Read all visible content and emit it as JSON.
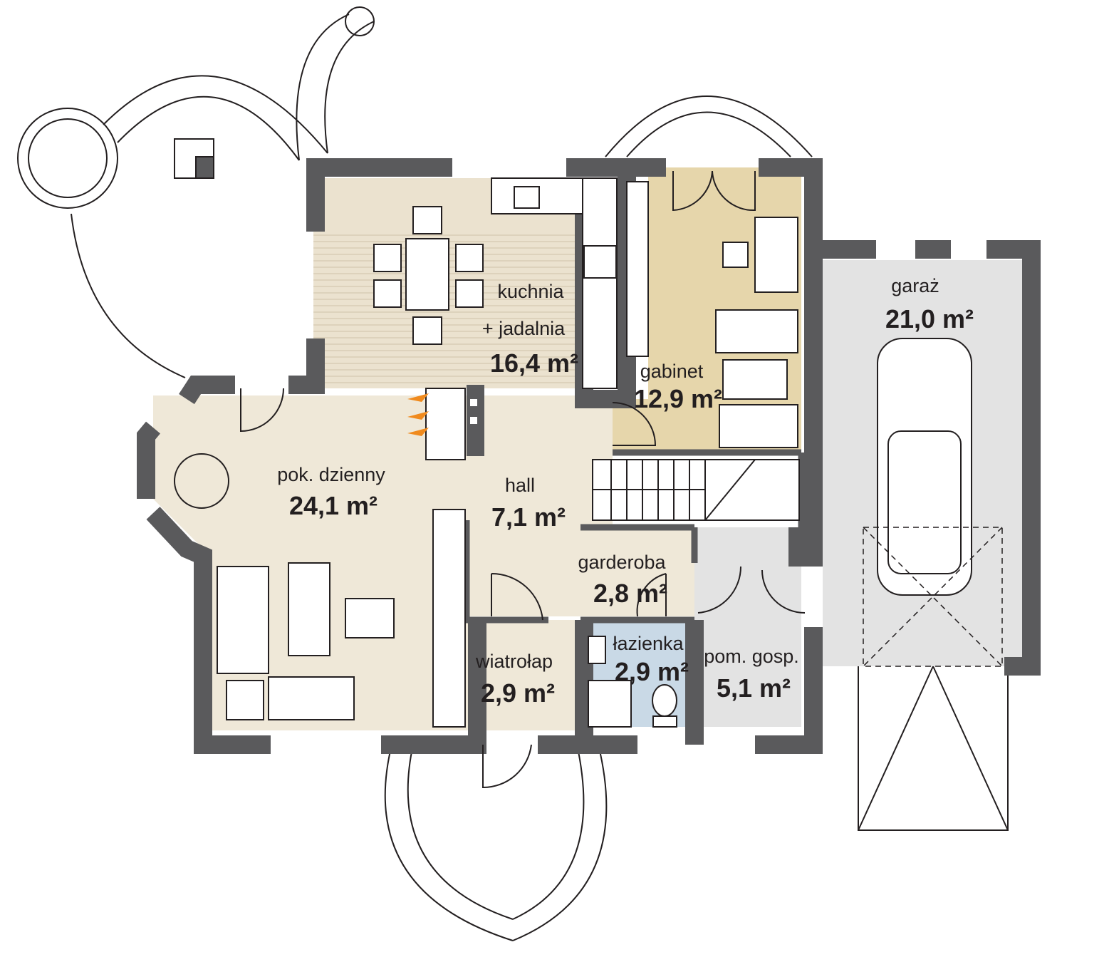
{
  "colors": {
    "wall": "#5a5a5c",
    "living": "#efe8d8",
    "kitchen": "#ebe2cf",
    "office": "#e6d6ab",
    "bathroom": "#c9d9e6",
    "utility": "#e3e3e3"
  },
  "rooms": {
    "kitchen": {
      "name_line1": "kuchnia",
      "name_line2": "+ jadalnia",
      "area": "16,4 m²"
    },
    "office": {
      "name": "gabinet",
      "area": "12,9 m²"
    },
    "garage": {
      "name": "garaż",
      "area": "21,0 m²"
    },
    "living": {
      "name": "pok. dzienny",
      "area": "24,1 m²"
    },
    "hall": {
      "name": "hall",
      "area": "7,1 m²"
    },
    "wardrobe": {
      "name": "garderoba",
      "area": "2,8 m²"
    },
    "vestibule": {
      "name": "wiatrołap",
      "area": "2,9 m²"
    },
    "bathroom": {
      "name": "łazienka",
      "area": "2,9 m²"
    },
    "utility": {
      "name": "pom. gosp.",
      "area": "5,1 m²"
    }
  }
}
